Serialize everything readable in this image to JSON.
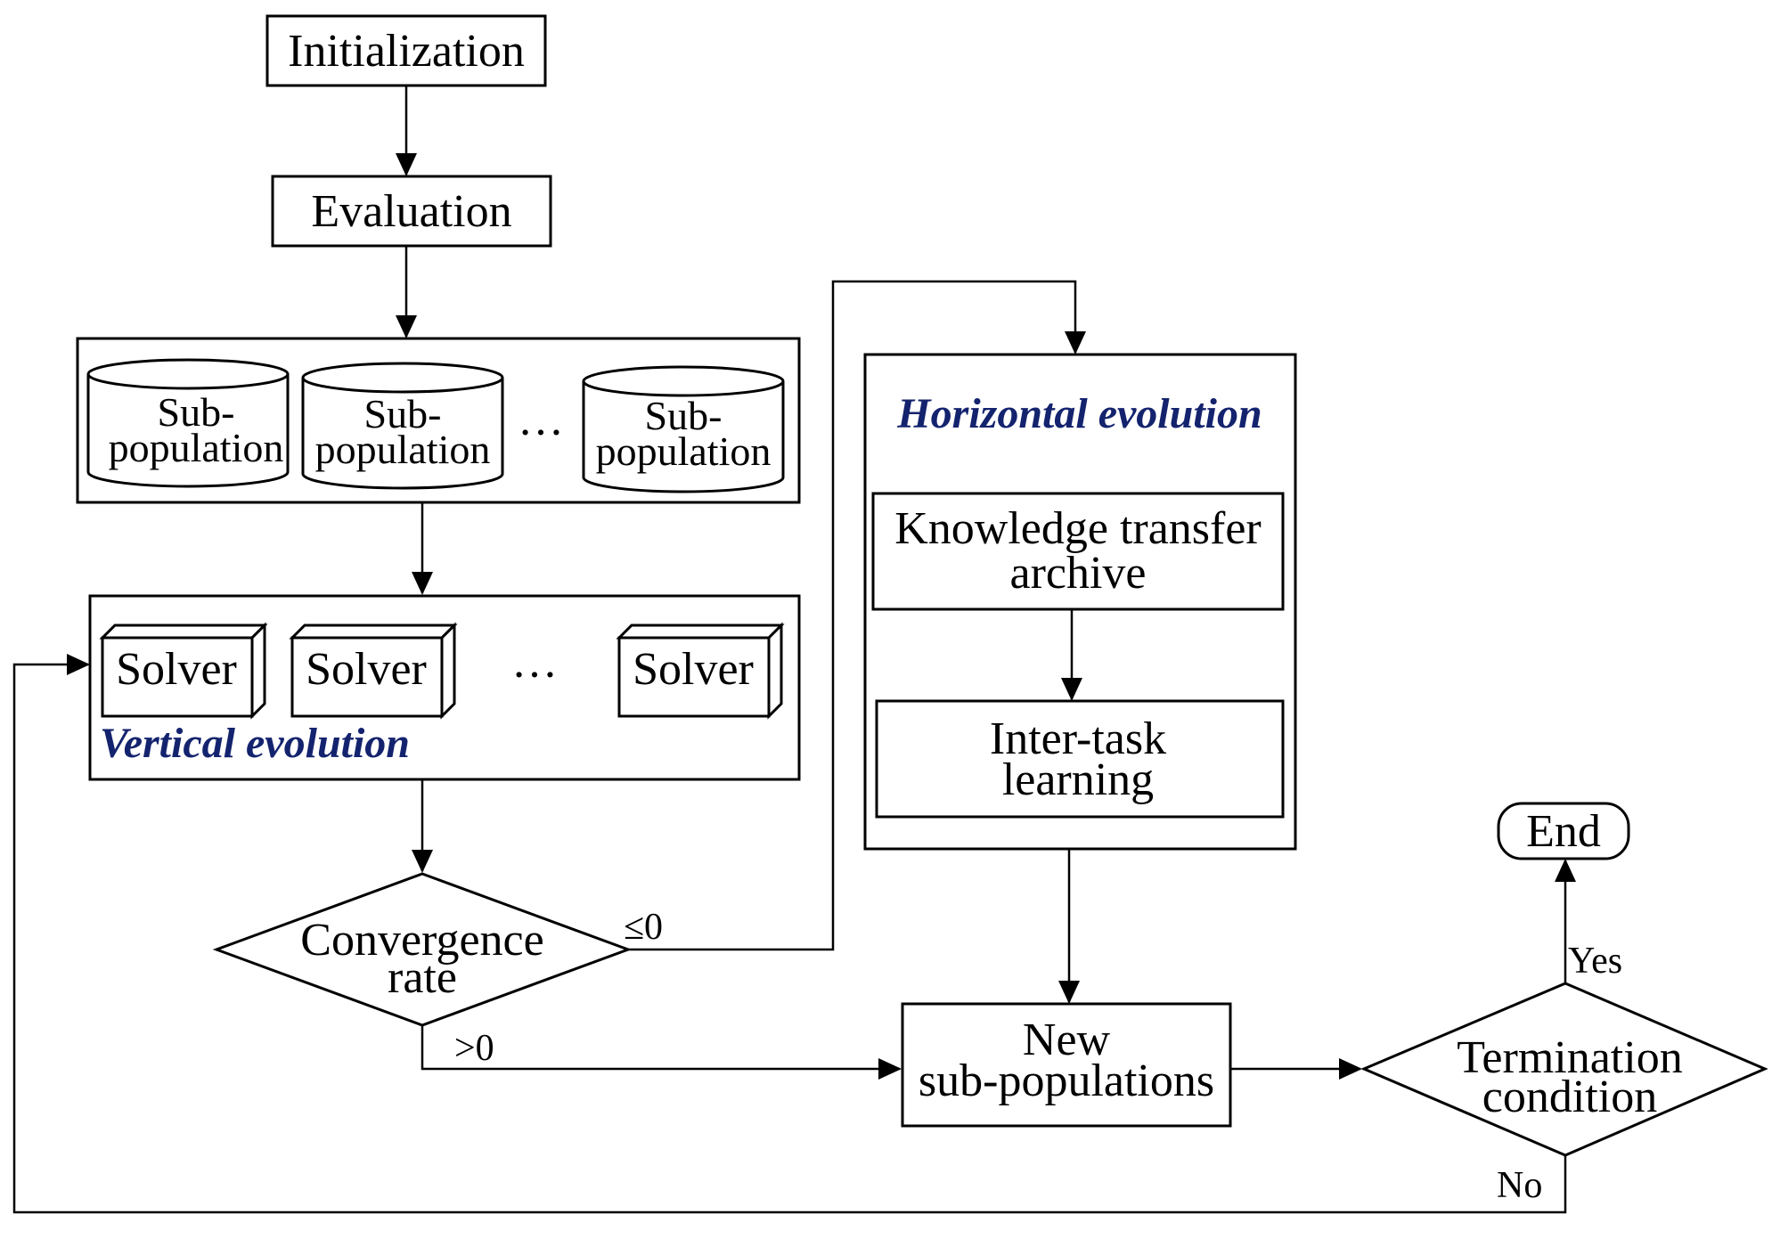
{
  "colors": {
    "line": "#000000",
    "evolution_label": "#14236e"
  },
  "nodes": {
    "initialization": "Initialization",
    "evaluation": "Evaluation",
    "subpopulation": {
      "line1": "Sub-",
      "line2": "population"
    },
    "ellipsis": "…",
    "solver": "Solver",
    "vertical_evolution": "Vertical evolution",
    "horizontal_evolution": "Horizontal evolution",
    "knowledge_transfer": {
      "line1": "Knowledge transfer",
      "line2": "archive"
    },
    "inter_task": {
      "line1": "Inter-task",
      "line2": "learning"
    },
    "convergence_rate": {
      "line1": "Convergence",
      "line2": "rate"
    },
    "new_subpopulations": {
      "line1": "New",
      "line2": "sub-populations"
    },
    "termination": {
      "line1": "Termination",
      "line2": "condition"
    },
    "end": "End"
  },
  "edges": {
    "le_zero": "≤0",
    "gt_zero": ">0",
    "yes": "Yes",
    "no": "No"
  }
}
